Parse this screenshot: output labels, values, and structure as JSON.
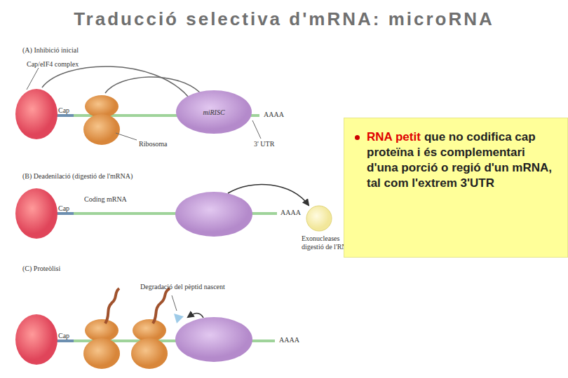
{
  "diagram": {
    "title": "Traducció selectiva d'mRNA: microRNA",
    "nodes": [
      {
        "text": [
          "miRISC"
        ]
      },
      {
        "text": [
          "RNA petit",
          "que no codifica cap proteïna i és complementari d'una porció o regió d'un mRNA, tal com l'extrem 3'UTR"
        ]
      }
    ],
    "labels": [
      "(A) Inhibició inicial",
      "Cap/eIF4 complex",
      "Cap",
      "AAAA",
      "Ribosoma",
      "3' UTR",
      "(B) Deadenilació (digestió de l'mRNA)",
      "Cap",
      "Coding mRNA",
      "AAAA",
      "Exonucleases digestió de l'RNA",
      "(C) Proteòlisi",
      "Degradació del pèptid nascent",
      "Cap",
      "AAAA"
    ]
  }
}
